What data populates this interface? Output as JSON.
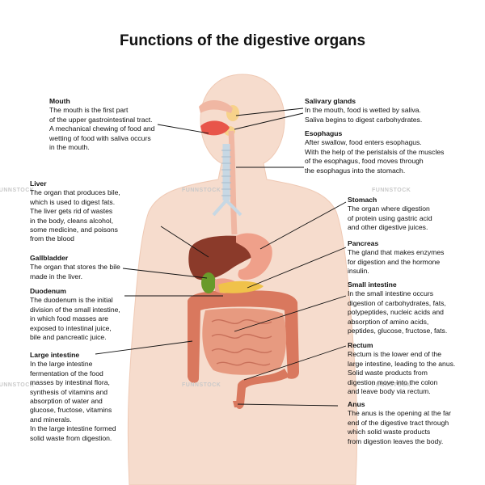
{
  "title": "Functions of the digestive organs",
  "organs": [
    {
      "key": "mouth",
      "heading": "Mouth",
      "text": "The mouth is the first part\nof the upper gastrointestinal tract.\nA mechanical chewing of food and\nwetting of food with saliva occurs\nin the mouth."
    },
    {
      "key": "salivary",
      "heading": "Salivary glands",
      "text": "In the mouth, food is wetted by saliva.\nSaliva begins to digest carbohydrates."
    },
    {
      "key": "esophagus",
      "heading": "Esophagus",
      "text": "After swallow, food enters esophagus.\nWith the help of the peristalsis of the muscles\nof the esophagus, food moves through\nthe esophagus into the stomach."
    },
    {
      "key": "liver",
      "heading": "Liver",
      "text": "The organ that produces bile,\nwhich is used to digest fats.\nThe liver gets rid of wastes\nin the body, cleans alcohol,\nsome medicine, and poisons\nfrom the blood"
    },
    {
      "key": "stomach",
      "heading": "Stomach",
      "text": "The organ where digestion\nof protein using gastric acid\nand other digestive juices."
    },
    {
      "key": "pancreas",
      "heading": "Pancreas",
      "text": "The gland that makes enzymes\nfor digestion and the hormone\ninsulin."
    },
    {
      "key": "gallbladder",
      "heading": "Gallbladder",
      "text": "The organ that stores the bile\nmade in the liver."
    },
    {
      "key": "duodenum",
      "heading": "Duodenum",
      "text": "The duodenum is the initial\ndivision of the small intestine,\nin which food masses are\nexposed to intestinal juice,\nbile and pancreatic juice."
    },
    {
      "key": "small_intestine",
      "heading": "Small intestine",
      "text": "In the small intestine occurs\ndigestion of carbohydrates, fats,\npolypeptides, nucleic acids and\nabsorption of amino acids,\npeptides, glucose, fructose, fats."
    },
    {
      "key": "large_intestine",
      "heading": "Large intestine",
      "text": "In the large intestine\nfermentation of the food\nmasses by intestinal flora,\nsynthesis of vitamins and\nabsorption of water and\nglucose, fructose, vitamins\nand minerals.\nIn the large intestine formed\nsolid waste from digestion."
    },
    {
      "key": "rectum",
      "heading": "Rectum",
      "text": "Rectum is the lower end of the\nlarge intestine, leading to the anus.\nSolid waste products from\ndigestion move into the colon\nand leave body via rectum."
    },
    {
      "key": "anus",
      "heading": "Anus",
      "text": "The anus is the opening at the far\nend of the digestive tract through\nwhich solid waste products\nfrom digestion leaves the body."
    }
  ],
  "watermark": "FUNNSTOCK",
  "colors": {
    "skin": "#f6dccd",
    "skin_edge": "#efc9b4",
    "liver": "#8b3a2a",
    "stomach": "#efa08a",
    "gallbladder": "#6a9a2a",
    "pancreas": "#f0c24a",
    "intestine": "#e79a80",
    "colon": "#d9785e",
    "esophagus": "#f0b7a3",
    "trachea": "#c7d8e4",
    "salivary": "#f7d28a",
    "tongue": "#e8554a",
    "leader": "#111111"
  }
}
